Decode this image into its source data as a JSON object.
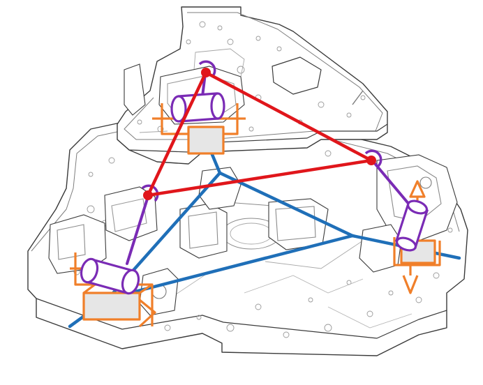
{
  "figure": {
    "kind": "mechanical-drawing",
    "description_visible_text": "",
    "colors": {
      "background": "#ffffff",
      "frame_line": "#3a3a3a",
      "detail_line": "#9a9a9a",
      "top_platform_triangle": "#e0161b",
      "base_triangle": "#1f6fb8",
      "revolute_joint": "#7a2bb5",
      "prismatic_joint": "#f07f2a",
      "joint_body_fill": "#ffffff",
      "slider_fill": "#e6e6e6"
    },
    "top_joints": [
      "spherical-joint-top",
      "spherical-joint-right",
      "spherical-joint-left"
    ],
    "legs": [
      "leg-top",
      "leg-right",
      "leg-left"
    ]
  }
}
